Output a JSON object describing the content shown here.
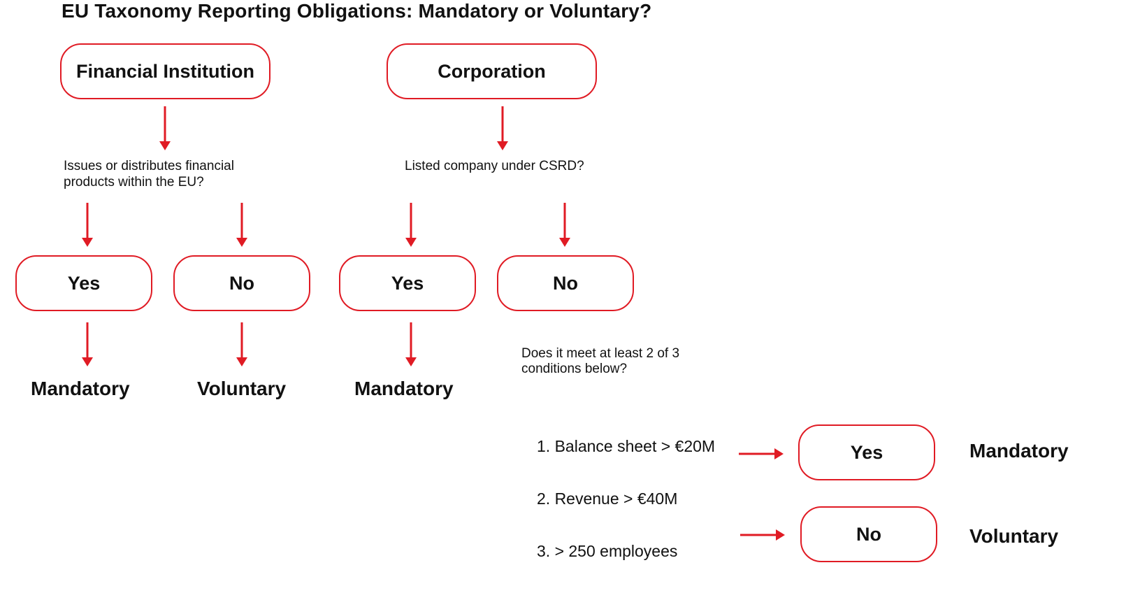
{
  "title": "EU Taxonomy Reporting Obligations: Mandatory or Voluntary?",
  "colors": {
    "accent": "#e01b24",
    "text": "#111111",
    "background": "#ffffff"
  },
  "financial": {
    "box_label": "Financial Institution",
    "question_line1": "Issues or distributes financial",
    "question_line2": "products within the EU?",
    "yes_label": "Yes",
    "no_label": "No",
    "yes_outcome": "Mandatory",
    "no_outcome": "Voluntary"
  },
  "corporation": {
    "box_label": "Corporation",
    "question": "Listed company under CSRD?",
    "yes_label": "Yes",
    "no_label": "No",
    "yes_outcome": "Mandatory",
    "conditions_question_line1": "Does it meet at least 2 of 3",
    "conditions_question_line2": "conditions below?",
    "conditions": [
      "1. Balance sheet > €20M",
      "2. Revenue > €40M",
      "3. > 250 employees"
    ],
    "conditions_yes_label": "Yes",
    "conditions_no_label": "No",
    "conditions_yes_outcome": "Mandatory",
    "conditions_no_outcome": "Voluntary"
  }
}
